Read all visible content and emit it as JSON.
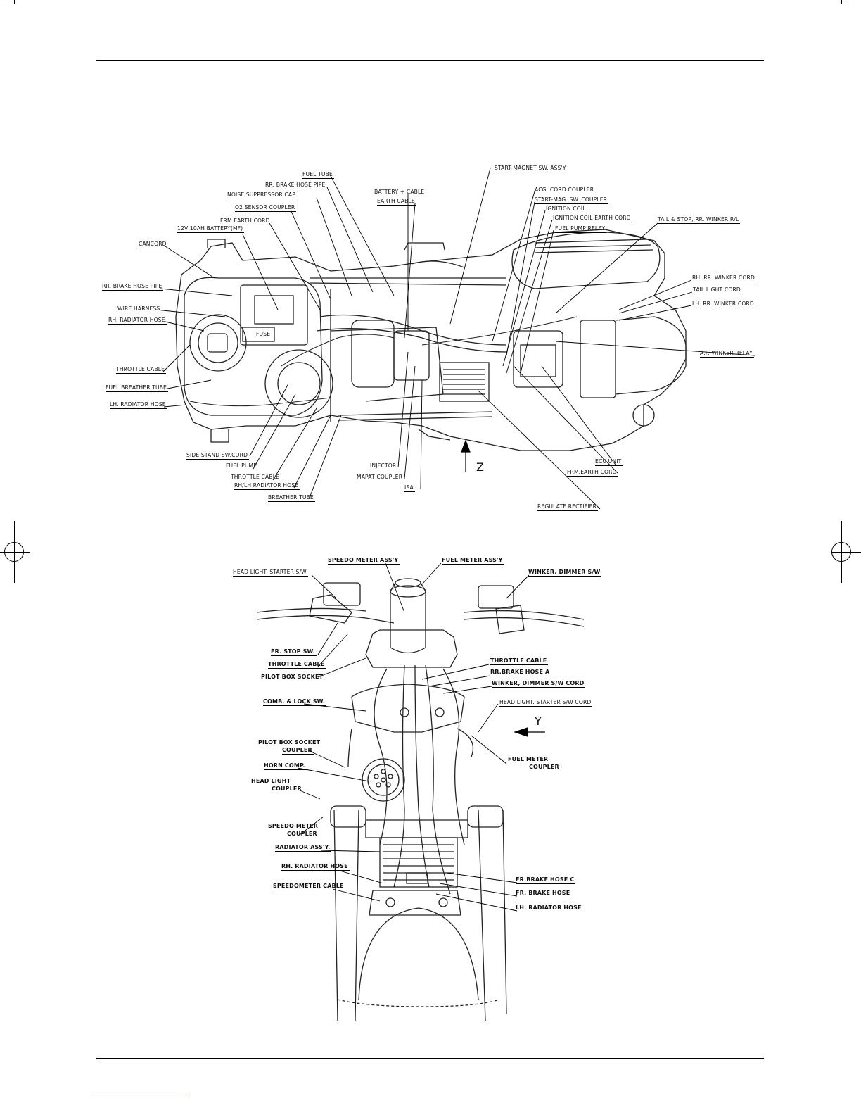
{
  "top_view": {
    "labels": {
      "fuel_tube": "FUEL TUBE",
      "rr_brake_hose_pipe_top": "RR. BRAKE HOSE PIPE",
      "noise_suppressor_cap": "NOISE SUPPRESSOR CAP",
      "o2_sensor_coupler": "O2 SENSOR COUPLER",
      "frm_earth_cord_left": "FRM.EARTH CORD",
      "battery": "12V 10AH BATTERY(MF)",
      "cancord": "CANCORD",
      "rr_brake_hose_pipe_left": "RR. BRAKE HOSE PIPE",
      "wire_harness": "WIRE HARNESS",
      "rh_radiator_hose_left": "RH. RADIATOR HOSE",
      "throttle_cable_left": "THROTTLE CABLE",
      "fuel_breather_tube": "FUEL BREATHER TUBE",
      "lh_radiator_hose_left": "LH. RADIATOR HOSE",
      "side_stand_sw_cord": "SIDE STAND SW.CORD",
      "fuel_pump": "FUEL PUMP",
      "throttle_cable_bottom": "THROTTLE CABLE",
      "rh_lh_radiator_hose": "RH/LH RADIATOR HOSE",
      "breather_tube": "BREATHER TUBE",
      "battery_plus_cable": "BATTERY + CABLE",
      "earth_cable": "EARTH CABLE",
      "injector": "INJECTOR",
      "mapat_coupler": "MAPAT COUPLER",
      "isa": "ISA",
      "start_magnet_sw": "START-MAGNET SW. ASS'Y.",
      "acg_cord_coupler": "ACG. CORD COUPLER",
      "start_mag_sw_coupler": "START-MAG. SW. COUPLER",
      "ignition_coil": "IGNITION COIL",
      "ignition_coil_earth_cord": "IGNITION COIL EARTH CORD",
      "fuel_pump_relay": "FUEL PUMP RELAY",
      "tail_stop_winker": "TAIL & STOP, RR. WINKER R/L",
      "rh_rr_winker_cord": "RH. RR. WINKER CORD",
      "tail_light_cord": "TAIL LIGHT CORD",
      "lh_rr_winker_cord": "LH. RR. WINKER CORD",
      "ap_winker_relay": "A.P. WINKER RELAY",
      "ecu_unit": "ECU UNIT",
      "frm_earth_cord_right": "FRM.EARTH CORD",
      "regulate_rectifier": "REGULATE RECTIFIER",
      "fuse": "FUSE",
      "arrow_z": "Z"
    }
  },
  "front_view": {
    "labels": {
      "speedo_meter_assy": "SPEEDO METER ASS'Y",
      "fuel_meter_assy": "FUEL METER ASS'Y",
      "head_light_starter_sw": "HEAD LIGHT. STARTER S/W",
      "winker_dimmer_sw": "WINKER, DIMMER S/W",
      "fr_stop_sw": "FR. STOP SW.",
      "throttle_cable_left": "THROTTLE CABLE",
      "pilot_box_socket": "PILOT BOX SOCKET",
      "throttle_cable_right": "THROTTLE CABLE",
      "rr_brake_hose_a": "RR.BRAKE HOSE A",
      "winker_dimmer_sw_cord": "WINKER, DIMMER S/W CORD",
      "head_light_starter_sw_cord": "HEAD LIGHT. STARTER S/W CORD",
      "comb_lock_sw": "COMB. & LOCK SW.",
      "pilot_box_socket_coupler_1": "PILOT BOX SOCKET",
      "pilot_box_socket_coupler_2": "COUPLER",
      "horn_comp": "HORN COMP.",
      "head_light_coupler_1": "HEAD LIGHT",
      "head_light_coupler_2": "COUPLER",
      "speedo_meter_coupler_1": "SPEEDO METER",
      "speedo_meter_coupler_2": "COUPLER",
      "radiator_assy": "RADIATOR ASS'Y.",
      "rh_radiator_hose": "RH. RADIATOR HOSE",
      "speedometer_cable": "SPEEDOMETER CABLE",
      "fuel_meter_coupler_1": "FUEL METER",
      "fuel_meter_coupler_2": "COUPLER",
      "fr_brake_hose_c": "FR.BRAKE HOSE C",
      "fr_brake_hose": "FR. BRAKE HOSE",
      "lh_radiator_hose": "LH. RADIATOR HOSE",
      "arrow_y": "Y"
    }
  }
}
